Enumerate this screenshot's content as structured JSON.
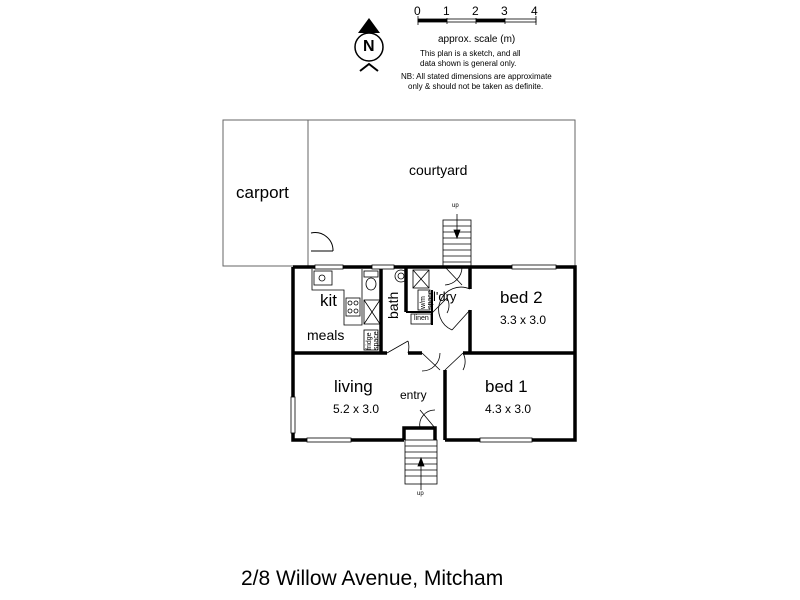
{
  "scale": {
    "ticks": [
      "0",
      "1",
      "2",
      "3",
      "4"
    ],
    "label": "approx. scale (m)"
  },
  "compass": {
    "letter": "N"
  },
  "disclaimer": {
    "line1": "This plan is a sketch, and all",
    "line2": "data shown is general only.",
    "line3": "NB: All stated dimensions are approximate",
    "line4": "only & should not be taken as definite."
  },
  "rooms": {
    "carport": "carport",
    "courtyard": "courtyard",
    "kit": "kit",
    "meals": "meals",
    "bath": "bath",
    "ldry": "l'dry",
    "bed2": {
      "name": "bed 2",
      "size": "3.3 x 3.0"
    },
    "bed1": {
      "name": "bed 1",
      "size": "4.3 x 3.0"
    },
    "living": {
      "name": "living",
      "size": "5.2 x 3.0"
    },
    "entry": "entry"
  },
  "fixtures": {
    "linen": "linen",
    "fridge": "fridge space",
    "washer": "w/m space",
    "stair_up_rear": "up",
    "stair_up_front": "up"
  },
  "address": "2/8 Willow Avenue, Mitcham"
}
